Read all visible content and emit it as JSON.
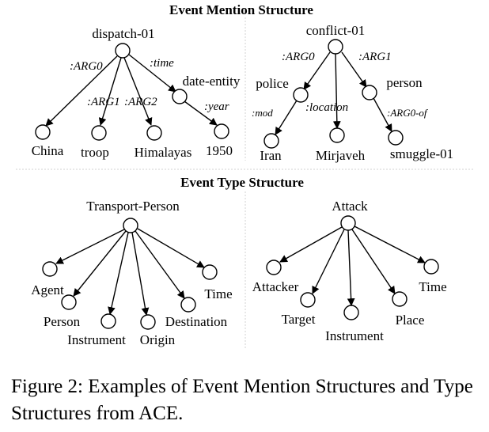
{
  "sections": {
    "mention_title": "Event Mention Structure",
    "type_title": "Event Type Structure"
  },
  "trees": {
    "dispatch": {
      "root": "dispatch-01",
      "children": [
        "China",
        "troop",
        "Himalayas",
        "date-entity",
        "1950"
      ],
      "edges": [
        ":ARG0",
        ":ARG1",
        ":ARG2",
        ":time",
        ":year"
      ]
    },
    "conflict": {
      "root": "conflict-01",
      "children": [
        "police",
        "Iran",
        "Mirjaveh",
        "person",
        "smuggle-01"
      ],
      "edges": [
        ":ARG0",
        ":ARG1",
        ":mod",
        ":location",
        ":ARG0-of"
      ]
    },
    "transport": {
      "root": "Transport-Person",
      "children": [
        "Agent",
        "Person",
        "Instrument",
        "Origin",
        "Destination",
        "Time"
      ]
    },
    "attack": {
      "root": "Attack",
      "children": [
        "Attacker",
        "Target",
        "Instrument",
        "Place",
        "Time"
      ]
    }
  },
  "caption": "Figure 2: Examples of Event Mention Structures and Type Structures from ACE."
}
